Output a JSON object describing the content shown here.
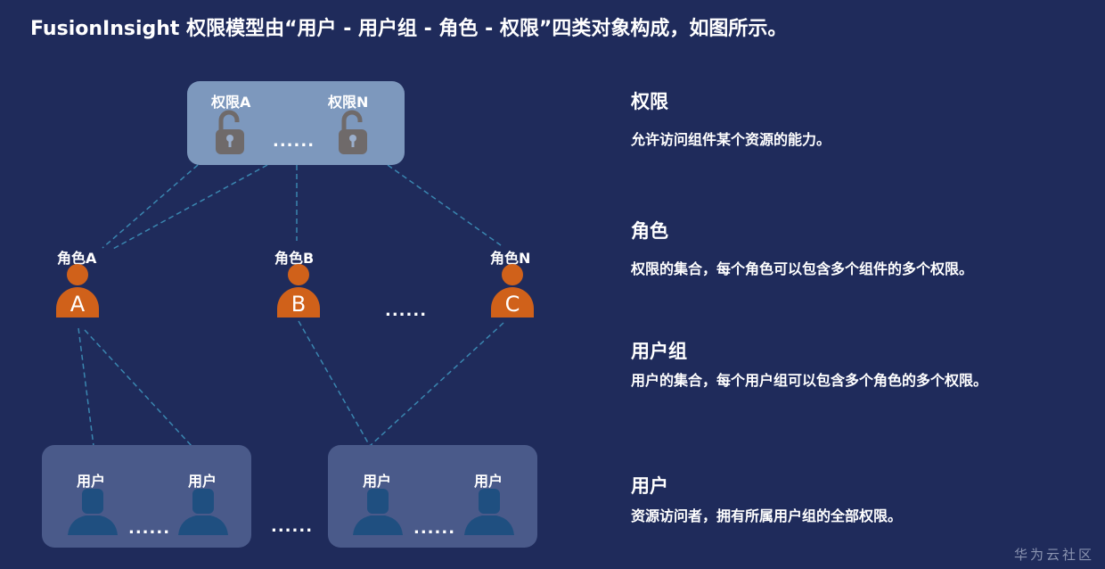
{
  "title": "FusionInsight 权限模型由“用户 - 用户组 - 角色 - 权限”四类对象构成，如图所示。",
  "permissions": {
    "a": "权限A",
    "n": "权限N",
    "ellipsis": "......"
  },
  "roles": [
    {
      "label": "角色A",
      "letter": "A"
    },
    {
      "label": "角色B",
      "letter": "B"
    },
    {
      "label": "角色N",
      "letter": "C"
    }
  ],
  "roles_ellipsis": "......",
  "user_label": "用户",
  "users_ellipsis": "......",
  "groups_ellipsis": "......",
  "descriptions": [
    {
      "heading": "权限",
      "text": "允许访问组件某个资源的能力。"
    },
    {
      "heading": "角色",
      "text": "权限的集合，每个角色可以包含多个组件的多个权限。"
    },
    {
      "heading": "用户组",
      "text": "用户的集合，每个用户组可以包含多个角色的多个权限。"
    },
    {
      "heading": "用户",
      "text": "资源访问者，拥有所属用户组的全部权限。"
    }
  ],
  "watermark": "华为云社区",
  "colors": {
    "background": "#1f2b5b",
    "role": "#d0611a",
    "permission_box": "#7d98bd",
    "user": "#1f4f80"
  }
}
